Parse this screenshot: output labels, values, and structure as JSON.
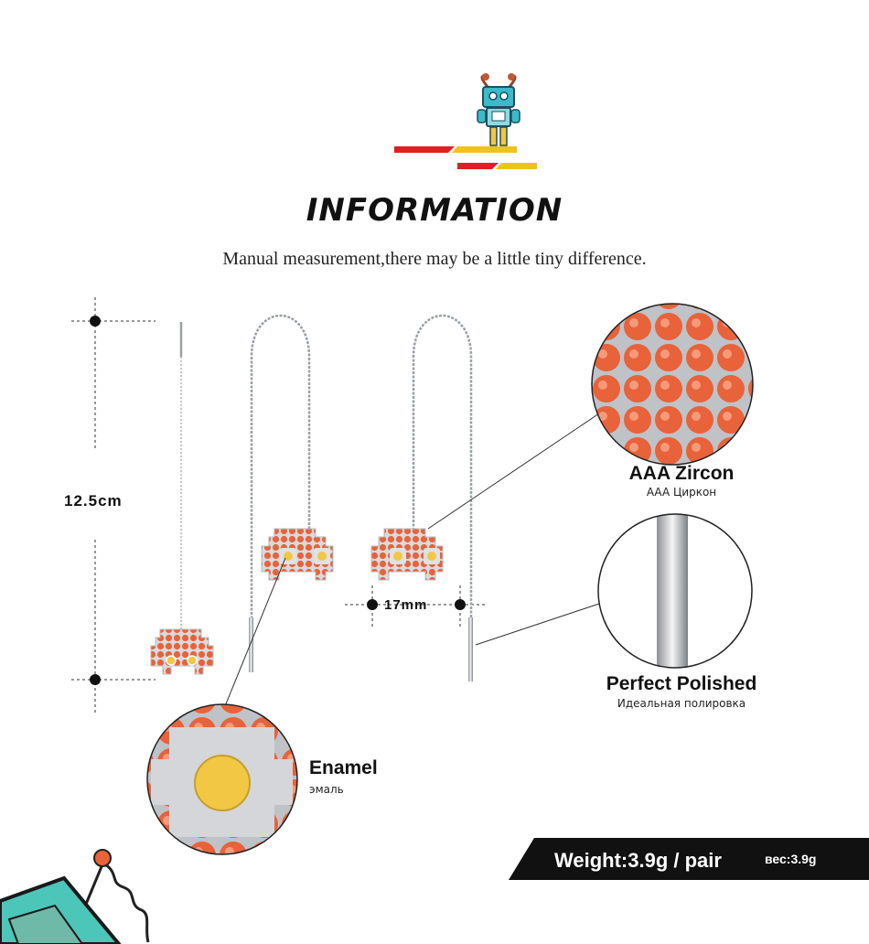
{
  "header": {
    "title": "INFORMATION",
    "subtitle": "Manual measurement,there may be a little tiny difference."
  },
  "dimensions": {
    "height": "12.5cm",
    "width": "17mm"
  },
  "features": {
    "zircon": {
      "label": "AAA  Zircon",
      "sub": "AAA Циркон"
    },
    "polished": {
      "label": "Perfect  Polished",
      "sub": "Идеальная полировка"
    },
    "enamel": {
      "label": "Enamel",
      "sub": "эмаль"
    }
  },
  "weight": {
    "label": "Weight:3.9g / pair",
    "label_ru": "вес:3.9g"
  },
  "colors": {
    "stone": "#e8623a",
    "enamel": "#f2c744",
    "metal": "#c9ccd1",
    "accent_red": "#e02020",
    "accent_yellow": "#f0c21a",
    "banner": "#111111"
  },
  "icons": [
    "robot-mascot-icon",
    "robot-corner-icon",
    "zircon-zoom-icon",
    "polish-zoom-icon",
    "enamel-zoom-icon"
  ]
}
